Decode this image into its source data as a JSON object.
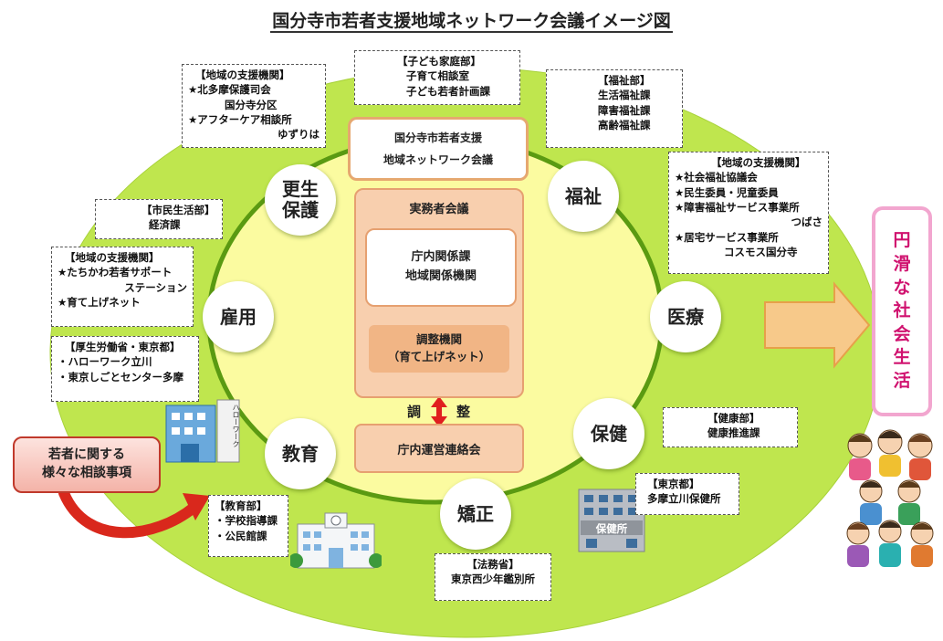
{
  "title": "国分寺市若者支援地域ネットワーク会議イメージ図",
  "center": {
    "top_line1": "国分寺市若者支援",
    "top_line2": "地域ネットワーク会議",
    "mid_title": "実務者会議",
    "inner_line1": "庁内関係課",
    "inner_line2": "地域関係機関",
    "coord_line1": "調整機関",
    "coord_line2": "（育て上げネット）",
    "adjust_left": "調",
    "adjust_right": "整",
    "bottom": "庁内運営連絡会"
  },
  "domains": {
    "kousei_1": "更生",
    "kousei_2": "保護",
    "fukushi": "福祉",
    "koyou": "雇用",
    "iryou": "医療",
    "kyouiku": "教育",
    "hoken": "保健",
    "kyousei": "矯正"
  },
  "boxes": {
    "kodomo": {
      "header": "【子ども家庭部】",
      "lines": [
        "子育て相談室",
        "子ども若者計画課"
      ]
    },
    "chiiki1": {
      "header": "【地域の支援機関】",
      "lines": [
        "★北多摩保護司会",
        "国分寺分区",
        "★アフターケア相談所",
        "ゆずりは"
      ]
    },
    "fukushibu": {
      "header": "【福祉部】",
      "lines": [
        "生活福祉課",
        "障害福祉課",
        "高齢福祉課"
      ]
    },
    "chiiki2": {
      "header": "【地域の支援機関】",
      "lines": [
        "★社会福祉協議会",
        "★民生委員・児童委員",
        "★障害福祉サービス事業所",
        "つばさ",
        "★居宅サービス事業所",
        "コスモス国分寺"
      ]
    },
    "shimin": {
      "header": "【市民生活部】",
      "lines": [
        "経済課"
      ]
    },
    "chiiki3": {
      "header": "【地域の支援機関】",
      "lines": [
        "★たちかわ若者サポート",
        "ステーション",
        "★育て上げネット"
      ]
    },
    "kourou": {
      "header": "【厚生労働省・東京都】",
      "lines": [
        "・ハローワーク立川",
        "・東京しごとセンター多摩"
      ]
    },
    "kenkou": {
      "header": "【健康部】",
      "lines": [
        "健康推進課"
      ]
    },
    "tokyo": {
      "header": "【東京都】",
      "lines": [
        "多摩立川保健所"
      ]
    },
    "kyouikubu": {
      "header": "【教育部】",
      "lines": [
        "・学校指導課",
        "・公民館課"
      ]
    },
    "houmu": {
      "header": "【法務省】",
      "lines": [
        "東京西少年鑑別所"
      ]
    }
  },
  "building_labels": {
    "hellowork": "ハローワーク",
    "hokenjo": "保健所"
  },
  "result": [
    "円",
    "滑",
    "な",
    "社",
    "会",
    "生",
    "活"
  ],
  "consult": {
    "line1": "若者に関する",
    "line2": "様々な相談事項"
  },
  "colors": {
    "outer_green": "#bfe64e",
    "inner_yellow": "#fbfba0",
    "ring_green": "#5a9a12",
    "orange_light": "#f8cfae",
    "orange_border": "#e6a070",
    "pink": "#f2a6cf",
    "result_text": "#d0126f",
    "arrow_orange": "#f7c98a",
    "consult_red": "#c0392b"
  },
  "icons": [
    "office-building-icon",
    "hellowork-building-icon",
    "school-building-icon",
    "health-center-building-icon",
    "people-group-illustration",
    "updown-arrow-icon",
    "curved-arrow-icon",
    "right-arrow-icon"
  ]
}
